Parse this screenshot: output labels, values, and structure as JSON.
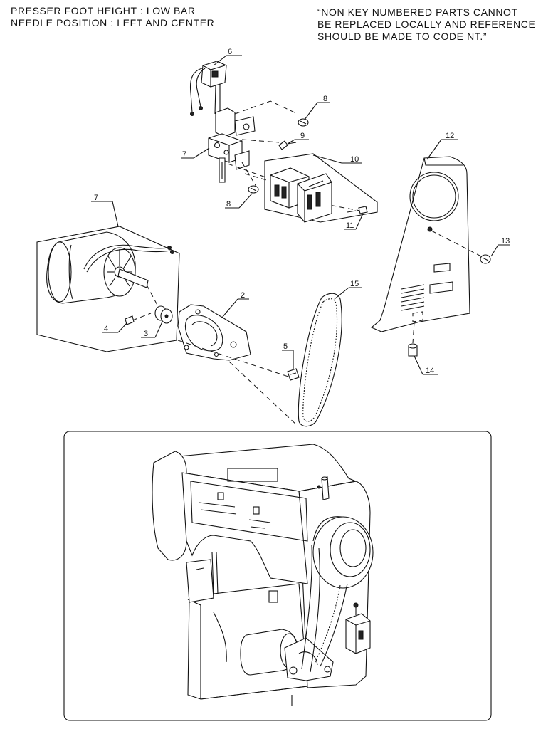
{
  "header": {
    "left_lines": [
      "PRESSER FOOT HEIGHT : LOW BAR",
      "NEEDLE POSITION : LEFT AND CENTER"
    ],
    "right_lines": [
      "“NON KEY NUMBERED PARTS CANNOT",
      "BE REPLACED LOCALLY AND REFERENCE",
      "SHOULD BE MADE TO CODE NT.”"
    ]
  },
  "callouts": {
    "c6": "6",
    "c8a": "8",
    "c9": "9",
    "c7a": "7",
    "c10": "10",
    "c8b": "8",
    "c11": "11",
    "c7b": "7",
    "c12": "12",
    "c13": "13",
    "c2": "2",
    "c4": "4",
    "c3": "3",
    "c15": "15",
    "c5": "5",
    "c14": "14"
  }
}
